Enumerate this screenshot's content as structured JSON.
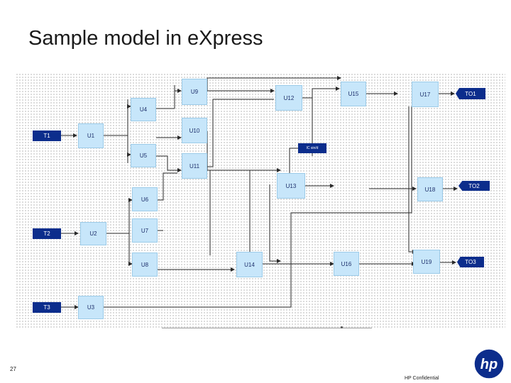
{
  "slide": {
    "title": "Sample model in eXpress",
    "page_number": "27",
    "confidential": "HP Confidential",
    "logo_text": "hp"
  },
  "diagram": {
    "nodes": {
      "T1": "T1",
      "T2": "T2",
      "T3": "T3",
      "U1": "U1",
      "U2": "U2",
      "U3": "U3",
      "U4": "U4",
      "U5": "U5",
      "U6": "U6",
      "U7": "U7",
      "U8": "U8",
      "U9": "U9",
      "U10": "U10",
      "U11": "U11",
      "U12": "U12",
      "U13": "U13",
      "U14": "U14",
      "U15": "U15",
      "U16": "U16",
      "U17": "U17",
      "U18": "U18",
      "U19": "U19",
      "TO1": "TO1",
      "TO2": "TO2",
      "TO3": "TO3",
      "WAVE": "IC sin/d"
    },
    "colors": {
      "unit_fill": "#c7e6fa",
      "io_fill": "#0c2d8c",
      "wire": "#2a2a2a"
    }
  }
}
